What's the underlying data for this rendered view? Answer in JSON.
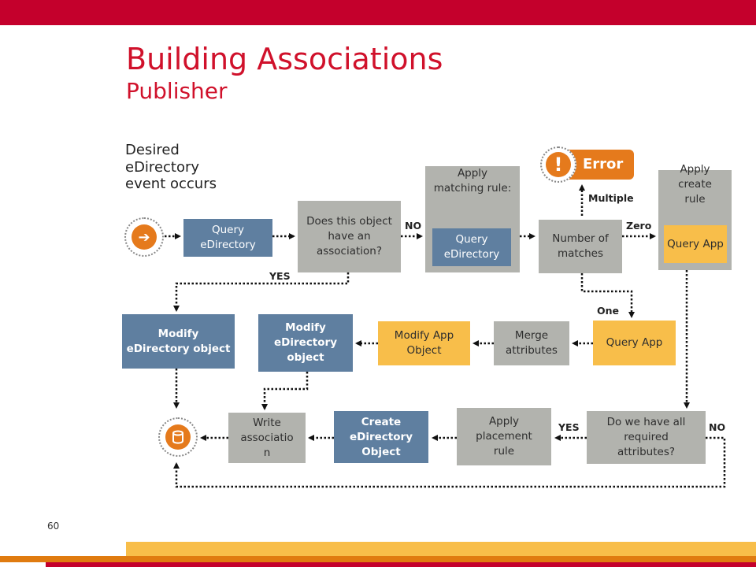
{
  "slide": {
    "title": "Building Associations",
    "subtitle": "Publisher",
    "description": "Desired eDirectory event occurs",
    "page_number": "60"
  },
  "colors": {
    "brand_red": "#c4002c",
    "title_red": "#d0112b",
    "blue_box": "#5f7fa0",
    "gray_box": "#b2b3ae",
    "yellow_box": "#f8be4a",
    "orange": "#e57a1c"
  },
  "icons": {
    "start": "arrow-right-icon",
    "end": "database-icon",
    "error": "exclamation-icon",
    "start_glyph": "➔",
    "error_glyph": "!"
  },
  "nodes": {
    "query_edirectory_1": "Query eDirectory",
    "association_question": "Does this object have an association?",
    "apply_matching_rule": "Apply matching rule:",
    "query_edirectory_2": "Query eDirectory",
    "number_of_matches": "Number of matches",
    "error": "Error",
    "apply_create_rule": "Apply create rule",
    "query_app_create": "Query App",
    "modify_edirectory_object_1": "Modify eDirectory object",
    "modify_edirectory_object_2": "Modify eDirectory object",
    "modify_app_object": "Modify App Object",
    "merge_attributes": "Merge attributes",
    "query_app": "Query App",
    "write_association": "Write associatio n",
    "create_edirectory_object": "Create eDirectory Object",
    "apply_placement_rule": "Apply placement rule",
    "required_attributes_question": "Do we have all required attributes?"
  },
  "labels": {
    "no_1": "NO",
    "yes_1": "YES",
    "multiple": "Multiple",
    "zero": "Zero",
    "one": "One",
    "yes_2": "YES",
    "no_2": "NO"
  }
}
